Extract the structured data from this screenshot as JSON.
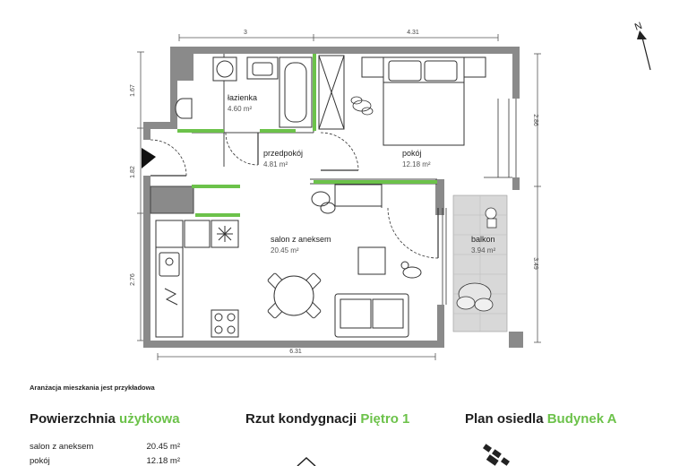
{
  "dimensions": {
    "top_left": "3",
    "top_right": "4.31",
    "left_top": "1.67",
    "left_mid": "1.82",
    "left_bottom": "2.76",
    "right_top": "2.86",
    "right_bottom": "3.49",
    "bottom": "6.31"
  },
  "rooms": {
    "lazienka": {
      "name": "łazienka",
      "area": "4.60 m²"
    },
    "przedpokoj": {
      "name": "przedpokój",
      "area": "4.81 m²"
    },
    "pokoj": {
      "name": "pokój",
      "area": "12.18 m²"
    },
    "salon": {
      "name": "salon z aneksem",
      "area": "20.45 m²"
    },
    "balkon": {
      "name": "balkon",
      "area": "3.94 m²"
    }
  },
  "compass": "N",
  "note": "Aranżacja mieszkania jest przykładowa",
  "headers": {
    "surface": {
      "main": "Powierzchnia",
      "accent": "użytkowa"
    },
    "floor": {
      "main": "Rzut kondygnacji",
      "accent": "Piętro 1"
    },
    "estate": {
      "main": "Plan osiedla",
      "accent": "Budynek A"
    }
  },
  "area_list": [
    {
      "name": "salon z aneksem",
      "value": "20.45 m²"
    },
    {
      "name": "pokój",
      "value": "12.18 m²"
    }
  ],
  "colors": {
    "accent": "#6cc24a",
    "wall": "#888888",
    "line": "#333333"
  }
}
